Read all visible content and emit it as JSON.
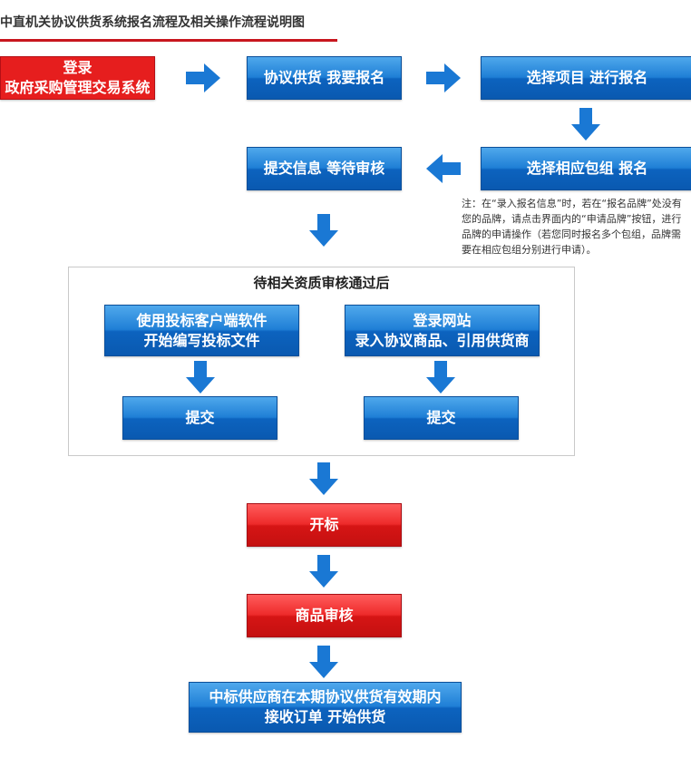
{
  "title": "中直机关协议供货系统报名流程及相关操作流程说明图",
  "colors": {
    "blue": "#1a78d4",
    "red": "#e61e1e",
    "arrow": "#1a78d4",
    "rule": "#c8161e"
  },
  "steps": {
    "login_line1": "登录",
    "login_line2": "政府采购管理交易系统",
    "agreement_signup": "协议供货 我要报名",
    "select_project": "选择项目 进行报名",
    "select_package": "选择相应包组 报名",
    "submit_wait": "提交信息 等待审核"
  },
  "note": "注：在“录入报名信息”时，若在“报名品牌”处没有您的品牌，请点击界面内的“申请品牌”按钮，进行品牌的申请操作（若您同时报名多个包组，品牌需要在相应包组分别进行申请）。",
  "panel": {
    "title": "待相关资质审核通过后",
    "left_line1": "使用投标客户端软件",
    "left_line2": "开始编写投标文件",
    "left_submit": "提交",
    "right_line1": "登录网站",
    "right_line2": "录入协议商品、引用供货商",
    "right_submit": "提交"
  },
  "bidding": "开标",
  "product_review": "商品审核",
  "final_line1": "中标供应商在本期协议供货有效期内",
  "final_line2": "接收订单 开始供货",
  "icons": {
    "arrow_right": "arrow-right-icon",
    "arrow_down": "arrow-down-icon",
    "arrow_left": "arrow-left-icon"
  }
}
